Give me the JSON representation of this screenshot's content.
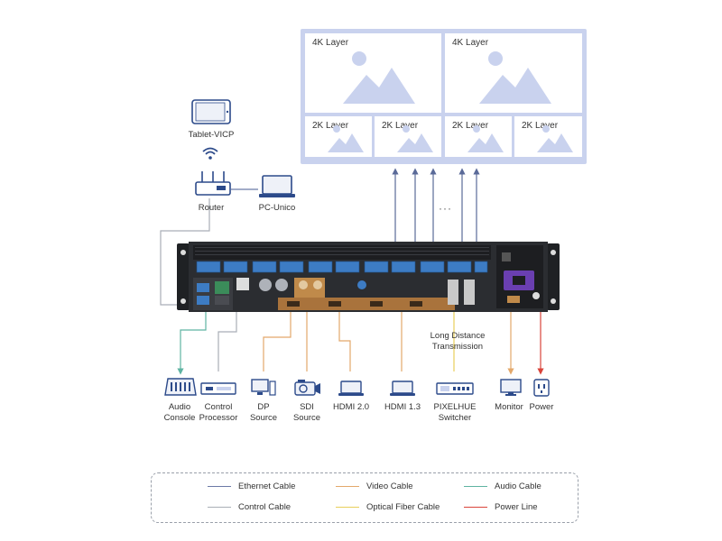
{
  "screen": {
    "tiles": [
      {
        "label": "4K Layer"
      },
      {
        "label": "4K Layer"
      },
      {
        "label": "2K Layer"
      },
      {
        "label": "2K Layer"
      },
      {
        "label": "2K Layer"
      },
      {
        "label": "2K Layer"
      }
    ]
  },
  "network": {
    "tablet_label": "Tablet-VICP",
    "router_label": "Router",
    "pc_label": "PC-Unico"
  },
  "ellipsis": "···",
  "long_distance": {
    "line1": "Long Distance",
    "line2": "Transmission"
  },
  "bottom_devices": [
    {
      "line1": "Audio",
      "line2": "Console",
      "icon": "audio-console-icon"
    },
    {
      "line1": "Control",
      "line2": "Processor",
      "icon": "control-processor-icon"
    },
    {
      "line1": "DP",
      "line2": "Source",
      "icon": "dp-source-icon"
    },
    {
      "line1": "SDI",
      "line2": "Source",
      "icon": "sdi-source-icon"
    },
    {
      "line1": "HDMI 2.0",
      "line2": "",
      "icon": "laptop-icon"
    },
    {
      "line1": "HDMI 1.3",
      "line2": "",
      "icon": "laptop-icon"
    },
    {
      "line1": "PIXELHUE",
      "line2": "Switcher",
      "icon": "switcher-icon"
    },
    {
      "line1": "Monitor",
      "line2": "",
      "icon": "monitor-icon"
    },
    {
      "line1": "Power",
      "line2": "",
      "icon": "power-socket-icon"
    }
  ],
  "legend": [
    {
      "label": "Ethernet Cable",
      "color": "#6b7aa6"
    },
    {
      "label": "Video Cable",
      "color": "#e3a86b"
    },
    {
      "label": "Audio Cable",
      "color": "#5fb3a2"
    },
    {
      "label": "Control Cable",
      "color": "#a9aeb6"
    },
    {
      "label": "Optical Fiber Cable",
      "color": "#e8cf5a"
    },
    {
      "label": "Power Line",
      "color": "#d9443a"
    }
  ],
  "colors": {
    "screen_bg": "#c9d2ee",
    "layer_art": "#c9d2ee",
    "arrow": "#5a6a98",
    "rack_body": "#2b2d31",
    "port_blue": "#3d7cc4",
    "copper": "#c08a4a"
  }
}
